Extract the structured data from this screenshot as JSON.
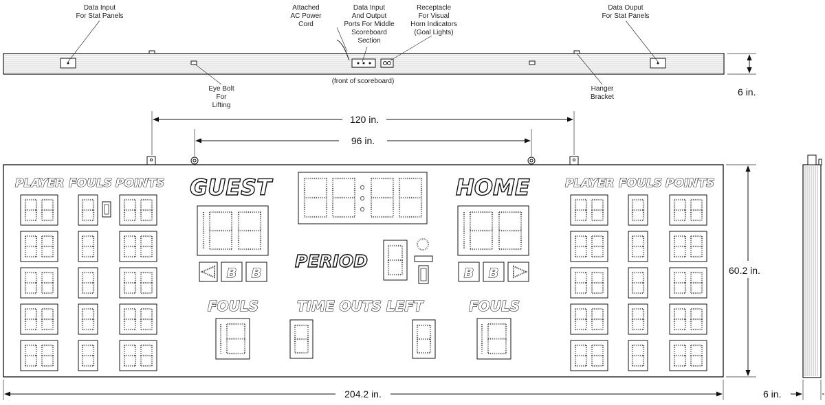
{
  "callouts": {
    "data_input_left": [
      "Data Input",
      "For Stat Panels"
    ],
    "ac_power": [
      "Attached",
      "AC Power",
      "Cord"
    ],
    "data_ports": [
      "Data Input",
      "And Output",
      "Ports For Middle",
      "Scoreboard",
      "Section"
    ],
    "receptacle": [
      "Receptacle",
      "For Visual",
      "Horn Indicators",
      "(Goal Lights)"
    ],
    "data_output_right": [
      "Data Ouput",
      "For Stat Panels"
    ],
    "front": "(front of scoreboard)",
    "eye_bolt": [
      "Eye Bolt",
      "For",
      "Lifting"
    ],
    "hanger": [
      "Hanger",
      "Bracket"
    ]
  },
  "dimensions": {
    "top_depth": "6 in.",
    "span_120": "120 in.",
    "span_96": "96 in.",
    "height": "60.2 in.",
    "width": "204.2 in.",
    "side_depth": "6 in."
  },
  "board": {
    "left_headers": [
      "PLAYER",
      "FOULS",
      "POINTS"
    ],
    "right_headers": [
      "PLAYER",
      "FOULS",
      "POINTS"
    ],
    "guest": "GUEST",
    "home": "HOME",
    "period": "PERIOD",
    "fouls_left": "FOULS",
    "fouls_right": "FOULS",
    "timeouts": "TIME OUTS LEFT",
    "bonus": "B"
  }
}
